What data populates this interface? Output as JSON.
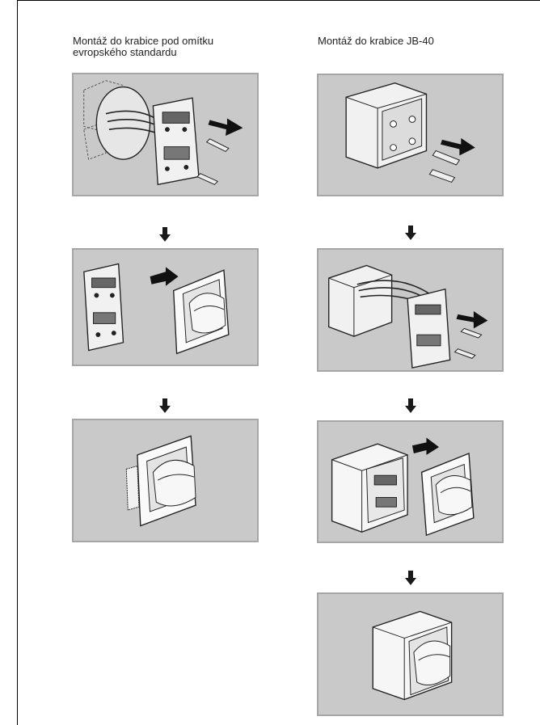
{
  "columns": {
    "left": {
      "title_line1": "Montáž do krabice pod omítku",
      "title_line2": "evropského standardu"
    },
    "right": {
      "title": "Montáž do krabice JB-40"
    }
  },
  "colors": {
    "panel_background": "#c9c9c9",
    "panel_border": "#a6a6a6",
    "arrow": "#1a1a1a"
  },
  "icons": {
    "step_arrow": "arrow-down-icon"
  }
}
